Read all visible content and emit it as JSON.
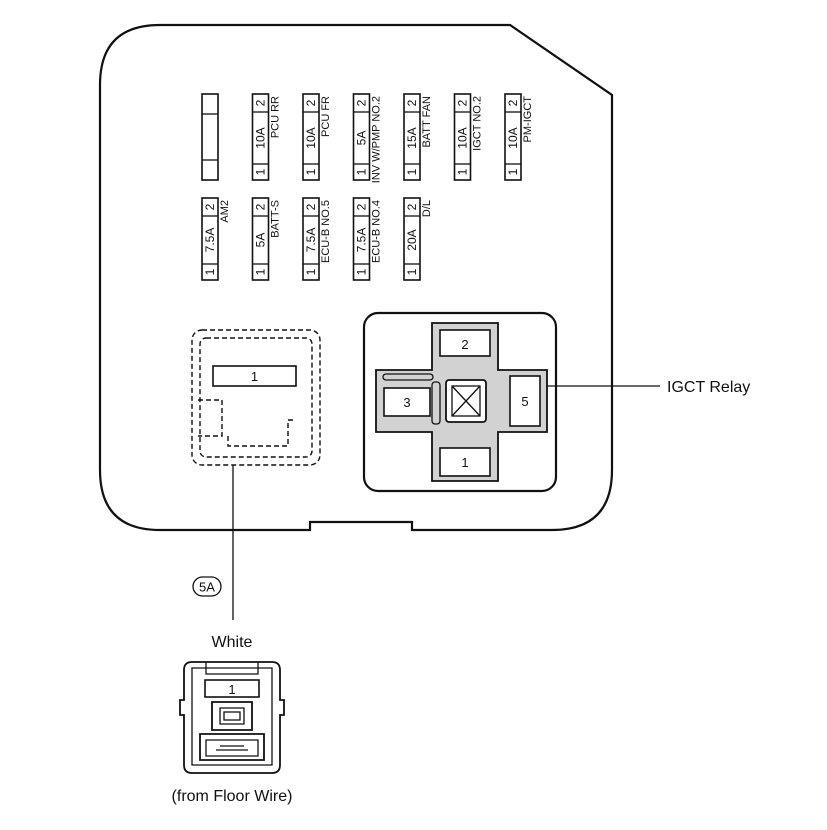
{
  "fuses_row1": [
    {
      "pin_left": "",
      "amp": "",
      "name": "",
      "pin_right": "",
      "blank": true
    },
    {
      "pin_left": "1",
      "amp": "10A",
      "name": "PCU RR",
      "pin_right": "2"
    },
    {
      "pin_left": "1",
      "amp": "10A",
      "name": "PCU FR",
      "pin_right": "2"
    },
    {
      "pin_left": "1",
      "amp": "5A",
      "name": "INV W/PMP NO.2",
      "pin_right": "2"
    },
    {
      "pin_left": "1",
      "amp": "15A",
      "name": "BATT FAN",
      "pin_right": "2"
    },
    {
      "pin_left": "1",
      "amp": "10A",
      "name": "IGCT NO.2",
      "pin_right": "2"
    },
    {
      "pin_left": "1",
      "amp": "10A",
      "name": "PM-IGCT",
      "pin_right": "2"
    }
  ],
  "fuses_row2": [
    {
      "pin_left": "1",
      "amp": "7.5A",
      "name": "AM2",
      "pin_right": "2"
    },
    {
      "pin_left": "1",
      "amp": "5A",
      "name": "BATT-S",
      "pin_right": "2"
    },
    {
      "pin_left": "1",
      "amp": "7.5A",
      "name": "ECU-B NO.5",
      "pin_right": "2"
    },
    {
      "pin_left": "1",
      "amp": "7.5A",
      "name": "ECU-B NO.4",
      "pin_right": "2"
    },
    {
      "pin_left": "1",
      "amp": "20A",
      "name": "D/L",
      "pin_right": "2"
    }
  ],
  "connector_box": {
    "pin": "1"
  },
  "relay": {
    "label": "IGCT Relay",
    "pins": {
      "top": "2",
      "left": "3",
      "right": "5",
      "bottom": "1"
    }
  },
  "connector_code": "5A",
  "external_connector": {
    "color_label": "White",
    "pin": "1",
    "source_label": "(from Floor Wire)"
  }
}
